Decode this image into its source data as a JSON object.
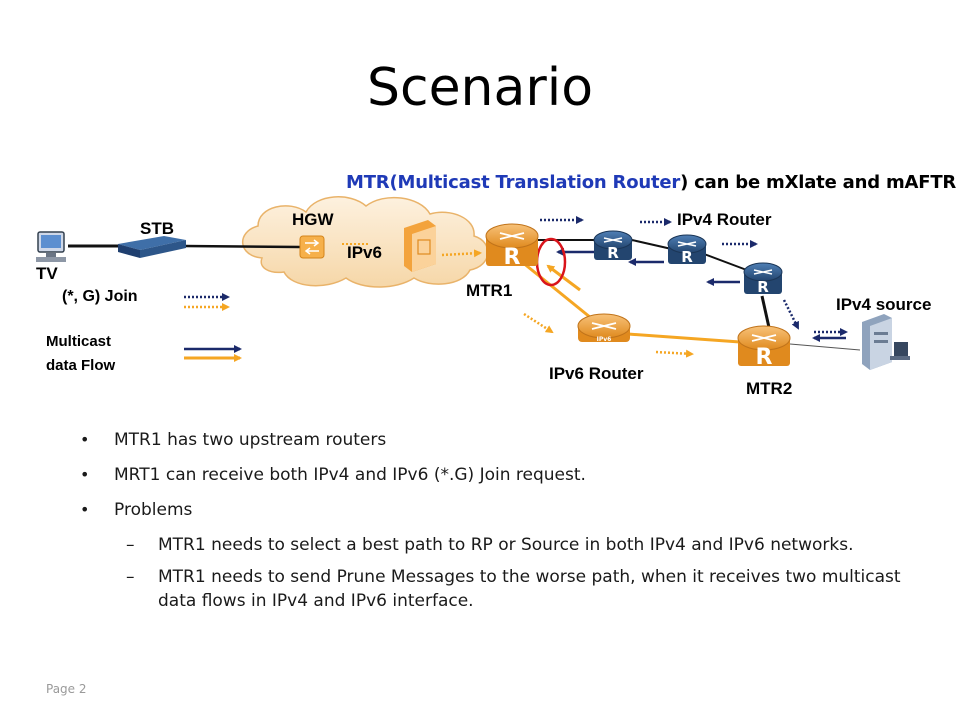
{
  "slide": {
    "title": "Scenario",
    "subtitle_accent": "MTR(Multicast Translation Router",
    "subtitle_rest": ") can be mXlate and mAFTR"
  },
  "diagram": {
    "labels": {
      "tv": "TV",
      "stb": "STB",
      "hgw": "HGW",
      "ipv6_cloud": "IPv6",
      "mtr1": "MTR1",
      "ipv4_router": "IPv4 Router",
      "ipv4_source": "IPv4 source",
      "ipv6_router": "IPv6 Router",
      "mtr2": "MTR2",
      "router_glyph": "R",
      "ipv6_badge": "IPv6"
    },
    "legend": {
      "join": "(*, G) Join",
      "multicast_line1": "Multicast",
      "multicast_line2": "data Flow"
    },
    "colors": {
      "ipv4_flow": "#1b2a6b",
      "ipv6_flow": "#f5a623",
      "router_blue": "#2f5b8c",
      "router_orange": "#f3a33c",
      "highlight": "#d9141b"
    }
  },
  "bullets": {
    "b1": "MTR1  has two upstream routers",
    "b2": "MRT1 can receive both IPv4 and IPv6 (*.G) Join request.",
    "b3": "Problems",
    "s1": "MTR1 needs to  select a best path to RP or Source in both IPv4 and IPv6 networks.",
    "s2": "MTR1 needs to send Prune Messages to the worse path, when it receives two multicast data flows in IPv4 and IPv6 interface."
  },
  "footer": {
    "page": "Page 2"
  }
}
